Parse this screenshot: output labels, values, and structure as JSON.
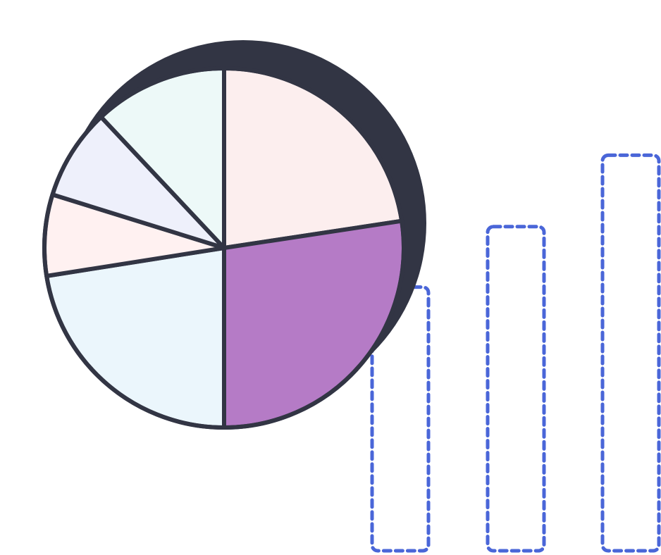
{
  "colors": {
    "background": "#ffffff",
    "outline": "#323544",
    "shadow": "#323544",
    "dashed_bar": "#4A66D8"
  },
  "pie": {
    "slices": [
      {
        "name": "slice-peach",
        "percent": 22.6,
        "color": "#FCEEEE"
      },
      {
        "name": "slice-purple",
        "percent": 27.4,
        "color": "#B57BC6"
      },
      {
        "name": "slice-light-blue",
        "percent": 22.5,
        "color": "#EBF6FC"
      },
      {
        "name": "slice-pink",
        "percent": 7.3,
        "color": "#FFF1F1"
      },
      {
        "name": "slice-lavender",
        "percent": 8.2,
        "color": "#EEF0FB"
      },
      {
        "name": "slice-mint",
        "percent": 12.0,
        "color": "#EDF9F8"
      }
    ]
  },
  "bars": {
    "values": [
      0.48,
      0.59,
      0.72
    ],
    "style": "dashed-outline"
  }
}
